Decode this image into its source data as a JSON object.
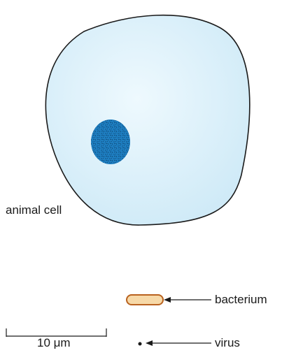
{
  "labels": {
    "animal_cell": "animal cell",
    "bacterium": "bacterium",
    "virus": "virus",
    "scale": "10 μm"
  },
  "colors": {
    "cell_fill": "#dff2fb",
    "cell_stroke": "#1a1a1a",
    "nucleus_fill": "#1e7fc2",
    "nucleus_texture": "#0a3a63",
    "bacterium_fill": "#f7d9a8",
    "bacterium_stroke": "#b9621f",
    "line": "#1a1a1a"
  }
}
